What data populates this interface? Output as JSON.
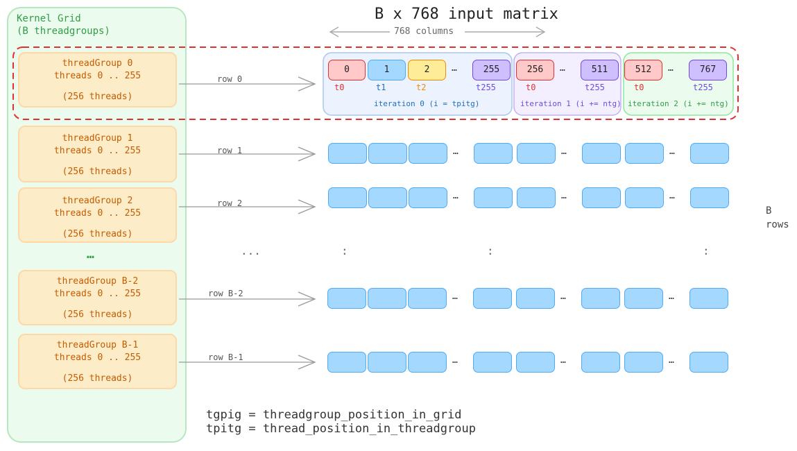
{
  "title": "B x 768 input matrix",
  "columns_label": "768 columns",
  "kernel_grid": {
    "title": "Kernel Grid",
    "subtitle": "(B threadgroups)"
  },
  "thread_groups": [
    {
      "name": "threadGroup 0",
      "threads": "threads 0 .. 255",
      "count": "(256 threads)",
      "row": "row 0"
    },
    {
      "name": "threadGroup 1",
      "threads": "threads 0 .. 255",
      "count": "(256 threads)",
      "row": "row 1"
    },
    {
      "name": "threadGroup 2",
      "threads": "threads 0 .. 255",
      "count": "(256 threads)",
      "row": "row 2"
    },
    {
      "name": "threadGroup B-2",
      "threads": "threads 0 .. 255",
      "count": "(256 threads)",
      "row": "row B-2"
    },
    {
      "name": "threadGroup B-1",
      "threads": "threads 0 .. 255",
      "count": "(256 threads)",
      "row": "row B-1"
    }
  ],
  "ellipsis": "...",
  "ellipsis_short": "…",
  "colon": ":",
  "rows_label": "B\nrows",
  "row0_cells": {
    "c0": "0",
    "c1": "1",
    "c2": "2",
    "c255": "255",
    "c256": "256",
    "c511": "511",
    "c512": "512",
    "c767": "767"
  },
  "thread_labels": {
    "t0": "t0",
    "t1": "t1",
    "t2": "t2",
    "t255": "t255"
  },
  "iterations": [
    "iteration 0 (i = tpitg)",
    "iteration 1 (i += ntg)",
    "iteration 2 (i += ntg)"
  ],
  "legend": [
    "tgpig = threadgroup_position_in_grid",
    "tpitg = thread_position_in_threadgroup"
  ],
  "colors": {
    "red": "#e03131",
    "blue": "#1971c2",
    "orange": "#f08c00",
    "purple": "#7048e8",
    "green": "#2f9e44",
    "threadgroup_text": "#c75b00"
  }
}
